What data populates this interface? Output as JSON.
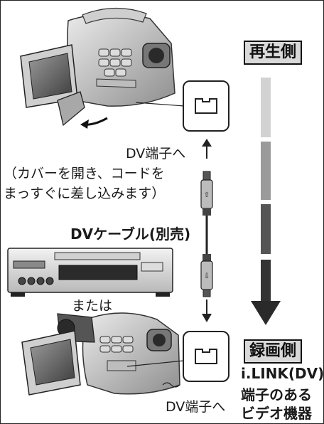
{
  "labels": {
    "playback_side": "再生側",
    "record_side": "録画側",
    "dv_terminal_top": "DV端子へ",
    "cover_note_1": "（カバーを開き、コードを",
    "cover_note_2": "まっすぐに差し込みます）",
    "dv_cable": "DVケーブル(別売)",
    "or": "または",
    "dv_terminal_bottom": "DV端子へ",
    "ilink_1": "i.LINK(DV)",
    "ilink_2": "端子のある",
    "ilink_3": "ビデオ機器"
  },
  "colors": {
    "arrow_light": "#cfcfcf",
    "arrow_mid": "#8c8c8c",
    "arrow_dark": "#3a3a3a",
    "label_bg": "#d9d9d9"
  }
}
